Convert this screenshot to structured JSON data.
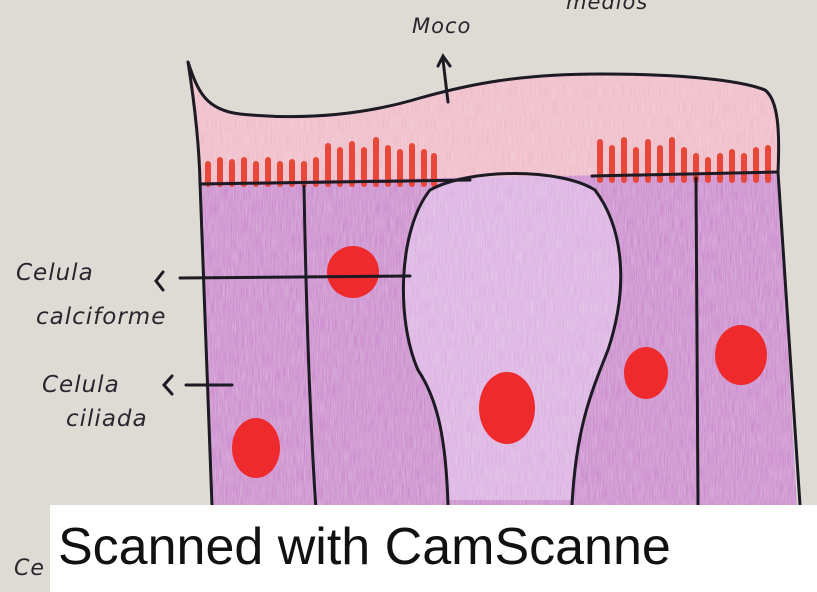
{
  "labels": {
    "moco": "Moco",
    "medios": "medios",
    "celula_calciforme_line1": "Celula",
    "celula_calciforme_line2": "calciforme",
    "celula_ciliada_line1": "Celula",
    "celula_ciliada_line2": "ciliada",
    "partial_bottom": "Ce"
  },
  "watermark": {
    "text": "Scanned with CamScanne"
  },
  "colors": {
    "paper": "#dedbd4",
    "cytoplasm": "#c77ac9",
    "mucus": "#eeb4c2",
    "cilia": "#e8483a",
    "nucleus": "#ee2a2c",
    "outline": "#1c1a22",
    "goblet_interior": "#d9a8e0"
  }
}
